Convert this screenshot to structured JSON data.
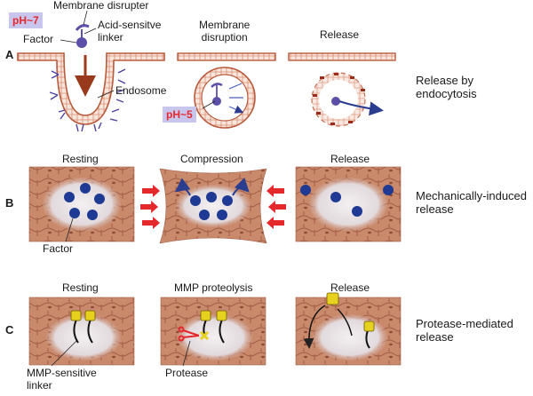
{
  "panels": {
    "a": {
      "letter": "A",
      "ph_neutral": "pH~7",
      "ph_acidic": "pH~5",
      "membrane_disrupter": "Membrane disrupter",
      "acid_linker": "Acid-sensitve\nlinker",
      "factor": "Factor",
      "endosome": "Endosome",
      "step2": "Membrane\ndisruption",
      "step3": "Release",
      "summary": "Release by\nendocytosis"
    },
    "b": {
      "letter": "B",
      "step1": "Resting",
      "step2": "Compression",
      "step3": "Release",
      "factor": "Factor",
      "summary": "Mechanically-induced\nrelease"
    },
    "c": {
      "letter": "C",
      "step1": "Resting",
      "step2": "MMP proteolysis",
      "step3": "Release",
      "linker": "MMP-sensitive\nlinker",
      "protease": "Protease",
      "summary": "Protease-mediated\nrelease"
    }
  },
  "colors": {
    "membrane": "#b85a3c",
    "membrane_fill": "#f7ddd2",
    "tissue": "#c98a6c",
    "tissue_line": "#a5604a",
    "factor": "#1f3a93",
    "disrupter": "#5c4fa8",
    "arrow_red": "#e4282c",
    "linker_cap": "#e6d21e",
    "ph_box": "#c9c6ee"
  }
}
